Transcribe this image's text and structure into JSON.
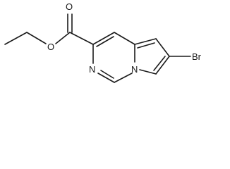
{
  "molecule": {
    "atoms": {
      "carbonyl_oxygen": "O",
      "ester_oxygen": "O",
      "ring_nitrogen": "N",
      "bridgehead_nitrogen": "N",
      "bromine": "Br"
    }
  }
}
